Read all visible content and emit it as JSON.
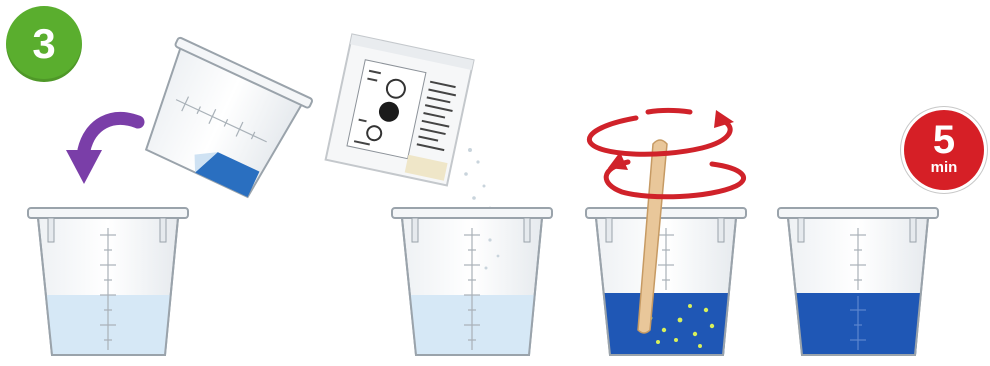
{
  "step_number": "3",
  "timer": {
    "value": "5",
    "unit": "min"
  },
  "colors": {
    "step_badge": "#5aae2e",
    "timer": "#d61f26",
    "water": "#d6e8f6",
    "blue_solution": "#1f57b5",
    "arrow_pour": "#7a3ea8",
    "stir_arrow": "#d0222a",
    "stick": "#e9c79a"
  },
  "icons": [
    "pour-arrow-icon",
    "measuring-cup-icon",
    "powder-sachet-icon",
    "stir-rotation-icon",
    "wooden-stick-icon",
    "timer-icon"
  ]
}
